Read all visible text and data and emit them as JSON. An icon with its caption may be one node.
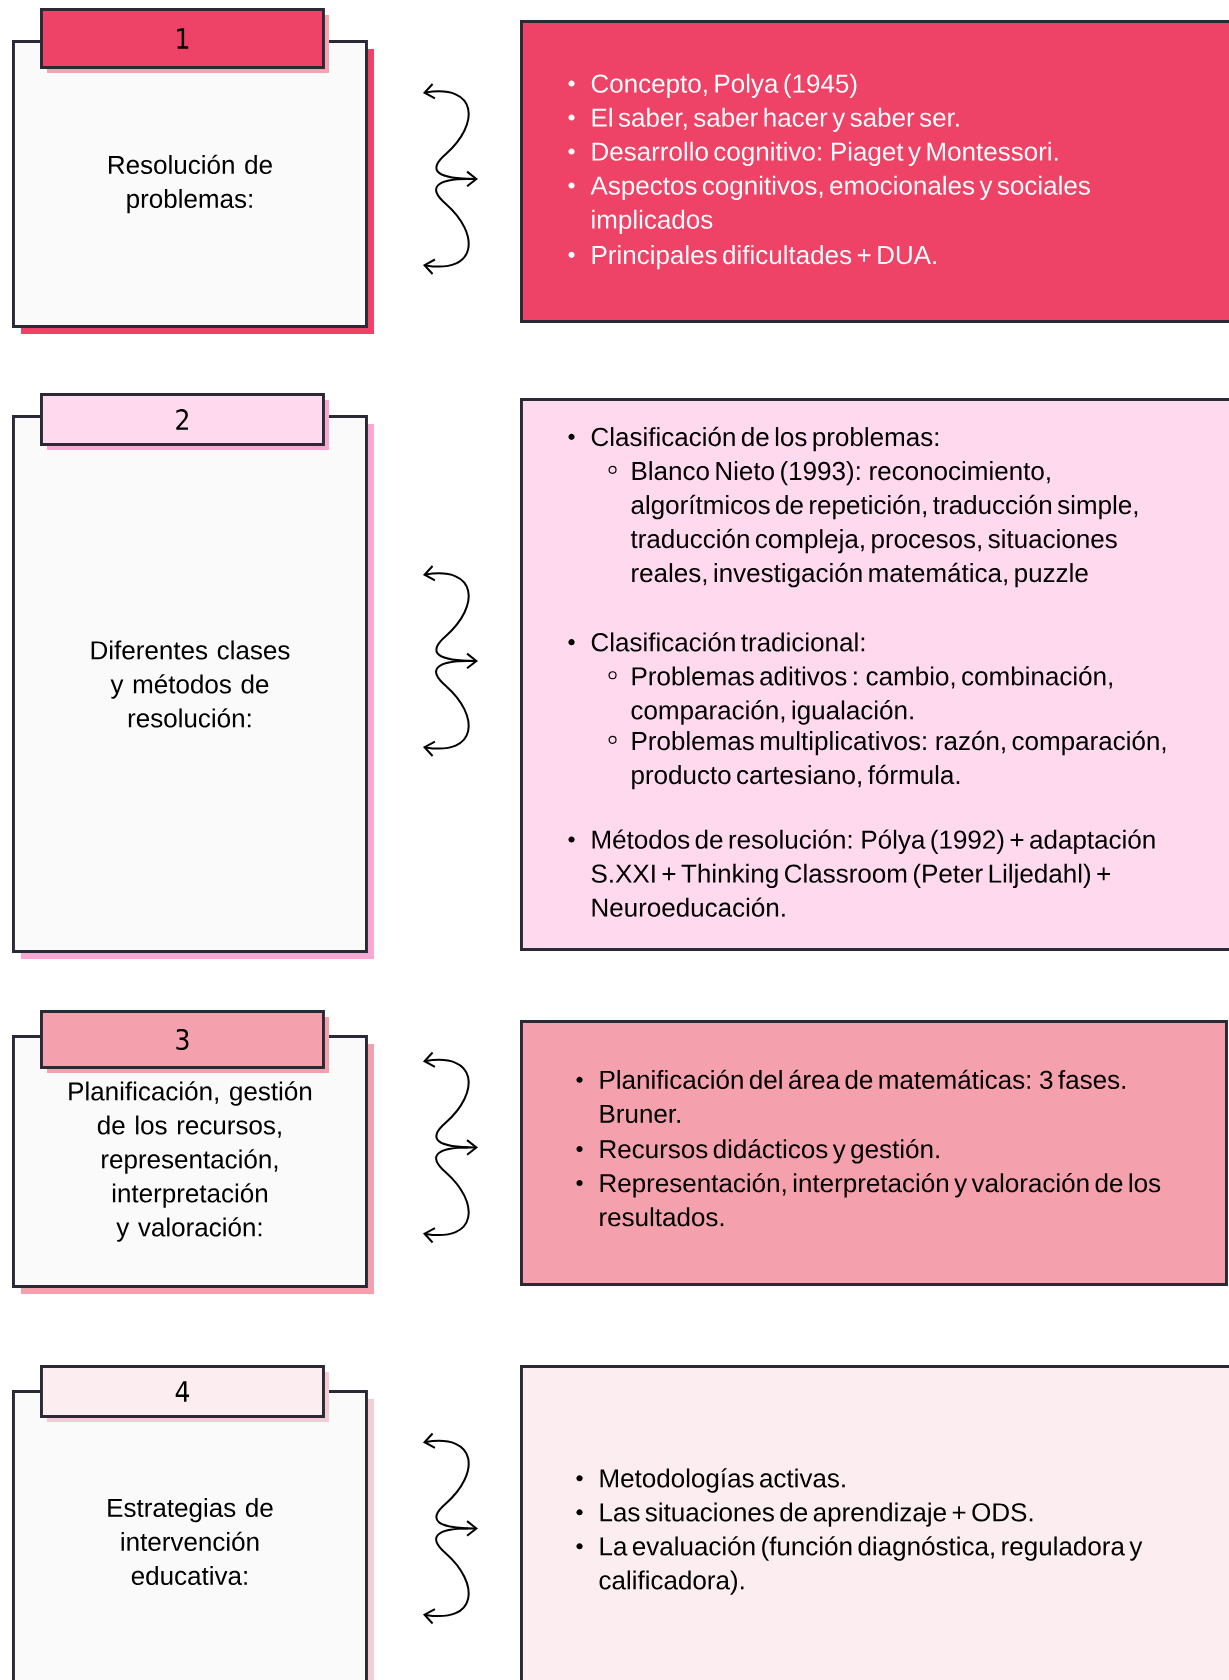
{
  "diagram": {
    "nodes": [
      {
        "text": [
          "1"
        ]
      },
      {
        "text": [
          "Resolución de problemas:"
        ]
      },
      {
        "text": [
          "Concepto, Polya (1945)",
          "El saber, saber hacer y saber ser.",
          "Desarrollo cognitivo: Piaget y Montessori.",
          "Aspectos cognitivos, emocionales y sociales implicados",
          "Principales dificultades + DUA."
        ]
      },
      {
        "text": [
          "2"
        ]
      },
      {
        "text": [
          "Diferentes clases y métodos de resolución:"
        ]
      },
      {
        "text": [
          "Clasificación de los problemas:",
          "Blanco Nieto (1993): reconocimiento, algorítmicos de repetición, traducción simple, traducción compleja, procesos, situaciones reales, investigación matemática,  puzzle",
          "Clasificación tradicional:",
          "Problemas aditivos : cambio, combinación, comparación, igualación.",
          "Problemas multiplicativos: razón, comparación, producto cartesiano, fórmula.",
          "Métodos de resolución: Pólya (1992) + adaptación S.XXI + Thinking Classroom (Peter Liljedahl) + Neuroeducación."
        ]
      },
      {
        "text": [
          "3"
        ]
      },
      {
        "text": [
          "Planificación, gestión de los recursos, representación, interpretación y valoración:"
        ]
      },
      {
        "text": [
          "Planificación del área de matemáticas: 3 fases. Bruner.",
          "Recursos didácticos y gestión.",
          "Representación, interpretación y valoración de los resultados."
        ]
      },
      {
        "text": [
          "4"
        ]
      },
      {
        "text": [
          "Estrategias de intervención educativa:"
        ]
      },
      {
        "text": [
          "Metodologías activas.",
          "Las situaciones de aprendizaje + ODS.",
          "La evaluación (función diagnóstica, reguladora y calificadora)."
        ]
      }
    ],
    "edges": [
      {
        "from": 1,
        "to": 2,
        "arrow": "both"
      },
      {
        "from": 4,
        "to": 5,
        "arrow": "both"
      },
      {
        "from": 7,
        "to": 8,
        "arrow": "both"
      },
      {
        "from": 10,
        "to": 11,
        "arrow": "both"
      }
    ]
  }
}
